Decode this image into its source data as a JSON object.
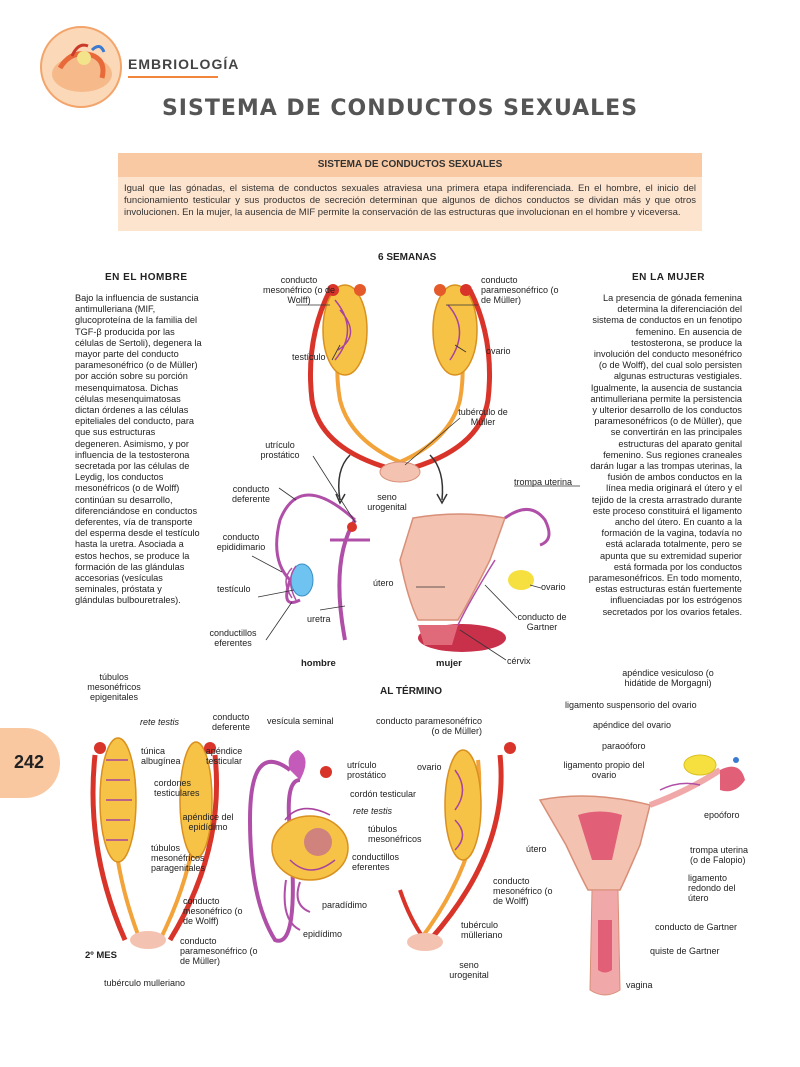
{
  "header": {
    "section": "EMBRIOLOGÍA",
    "title": "SISTEMA DE CONDUCTOS SEXUALES",
    "page_number": "242"
  },
  "summary_box": {
    "heading": "SISTEMA DE CONDUCTOS SEXUALES",
    "text": "Igual que las gónadas, el sistema de conductos sexuales atraviesa una primera etapa indiferenciada. En el hombre, el inicio del funcionamiento testicular y sus productos de secreción determinan que algunos de dichos conductos se dividan más y que otros involucionen. En la mujer, la ausencia de MIF permite la conservación de las estructuras que involucionan en el hombre y viceversa."
  },
  "left_column": {
    "heading": "EN EL HOMBRE",
    "text": "Bajo la influencia de sustancia antimulleriana (MIF, glucoproteína de la familia del TGF-β producida por las células de Sertoli), degenera la mayor parte del conducto paramesonéfrico (o de Müller) por acción sobre su porción mesenquimatosa. Dichas células mesenquimatosas dictan órdenes a las células epiteliales del conducto, para que sus estructuras degeneren. Asimismo, y por influencia de la testosterona secretada por las células de Leydig, los conductos mesonéfricos (o de Wolff) continúan su desarrollo, diferenciándose en conductos deferentes, vía de transporte del esperma desde el testículo hasta la uretra. Asociada a estos hechos, se produce la formación de las glándulas accesorias (vesículas seminales, próstata y glándulas bulbouretrales)."
  },
  "right_column": {
    "heading": "EN LA MUJER",
    "text": "La presencia de gónada femenina determina la diferenciación del sistema de conductos en un fenotipo femenino. En ausencia de testosterona, se produce la involución del conducto mesonéfrico (o de Wolff), del cual solo persisten algunas estructuras vestigiales. Igualmente, la ausencia de sustancia antimulleriana permite la persistencia y ulterior desarrollo de los conductos paramesonéfricos (o de Müller), que se convertirán en las principales estructuras del aparato genital femenino. Sus regiones craneales darán lugar a las trompas uterinas, la fusión de ambos conductos en la línea media originará el útero y el tejido de la cresta arrastrado durante este proceso constituirá el ligamento ancho del útero. En cuanto a la formación de la vagina, todavía no está aclarada totalmente, pero se apunta que su extremidad superior está formada por los conductos paramesonéfricos. En todo momento, estas estructuras están fuertemente influenciadas por los estrógenos secretados por los ovarios fetales."
  },
  "six_weeks": {
    "title": "6 SEMANAS",
    "labels": {
      "wolff": "conducto mesonéfrico (o de Wolff)",
      "muller": "conducto paramesonéfrico (o de Müller)",
      "testiculo": "testículo",
      "ovario": "ovario",
      "tuberculo": "tubérculo de Müller",
      "seno": "seno urogenital"
    }
  },
  "male_6w": {
    "caption": "hombre",
    "labels": {
      "utriculo": "utrículo prostático",
      "deferente": "conducto deferente",
      "epididimario": "conducto epididimario",
      "testiculo": "testículo",
      "uretra": "uretra",
      "eferentes": "conductillos eferentes"
    }
  },
  "female_6w": {
    "caption": "mujer",
    "labels": {
      "trompa": "trompa uterina",
      "utero": "útero",
      "ovario": "ovario",
      "gartner": "conducto de Gartner",
      "cervix": "cérvix"
    }
  },
  "at_term": {
    "title": "AL TÉRMINO",
    "second_month": "2º MES",
    "left_labels": {
      "tubulos_epi": "túbulos mesonéfricos epigenitales",
      "rete": "rete testis",
      "tunica": "túnica albugínea",
      "cordones": "cordones testiculares",
      "tubulos_para": "túbulos mesonéfricos paragenitales",
      "wolff": "conducto mesonéfrico (o de Wolff)",
      "muller": "conducto paramesonéfrico (o de Müller)",
      "tuberculo": "tubérculo mulleriano"
    },
    "male_labels": {
      "deferente": "conducto deferente",
      "vesicula": "vesícula seminal",
      "apendice_test": "apéndice testicular",
      "utriculo": "utrículo prostático",
      "cordon": "cordón testicular",
      "rete": "rete testis",
      "apendice_epi": "apéndice del epidídimo",
      "tubulos": "túbulos mesonéfricos",
      "eferentes": "conductillos eferentes",
      "paradidimo": "paradídimo",
      "epididimo": "epidídimo"
    },
    "mid_labels": {
      "muller": "conducto paramesonéfrico (o de Müller)",
      "ovario": "ovario",
      "wolff": "conducto mesonéfrico (o de Wolff)",
      "tuberculo": "tubérculo mülleriano",
      "seno": "seno urogenital"
    },
    "female_labels": {
      "apendice_ves": "apéndice vesiculoso (o hidátide de Morgagni)",
      "lig_susp": "ligamento suspensorio del ovario",
      "apendice_ov": "apéndice del ovario",
      "paraooforo": "paraoóforo",
      "lig_propio": "ligamento propio del ovario",
      "epooforo": "epoóforo",
      "utero": "útero",
      "trompa": "trompa uterina (o de Falopio)",
      "lig_redondo": "ligamento redondo del útero",
      "gartner": "conducto de Gartner",
      "quiste": "quiste de Gartner",
      "vagina": "vagina"
    }
  },
  "colors": {
    "accent_orange": "#f1863c",
    "box_head": "#f8c9a2",
    "box_body": "#fde4cf",
    "wolff_red": "#d8342a",
    "muller_orange": "#f2a33a",
    "purple_duct": "#b04fa8",
    "uterus_pink": "#f4c2b0"
  }
}
